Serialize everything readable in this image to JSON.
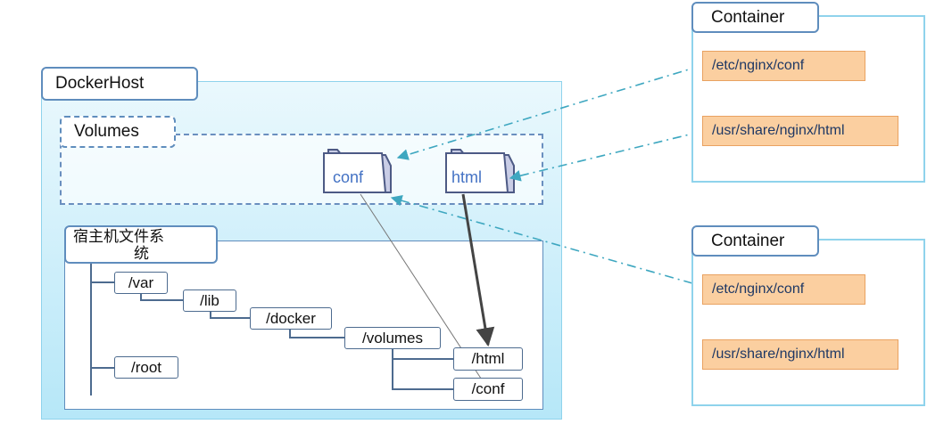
{
  "docker_host": {
    "label": "DockerHost"
  },
  "volumes": {
    "label": "Volumes",
    "folders": [
      {
        "label": "conf"
      },
      {
        "label": "html"
      }
    ]
  },
  "host_fs": {
    "label_lines": [
      "宿主机文件系",
      "统"
    ],
    "dirs": {
      "var": "/var",
      "lib": "/lib",
      "docker": "/docker",
      "volumes": "/volumes",
      "html": "/html",
      "conf": "/conf",
      "root": "/root"
    }
  },
  "containers": [
    {
      "label": "Container",
      "paths": [
        "/etc/nginx/conf",
        "/usr/share/nginx/html"
      ]
    },
    {
      "label": "Container",
      "paths": [
        "/etc/nginx/conf",
        "/usr/share/nginx/html"
      ]
    }
  ],
  "colors": {
    "dash_arrow": "#3ea7c0",
    "solid_arrow": "#444444",
    "path_fill": "#fbcfa0",
    "folder_fill": "#c9cde6"
  }
}
